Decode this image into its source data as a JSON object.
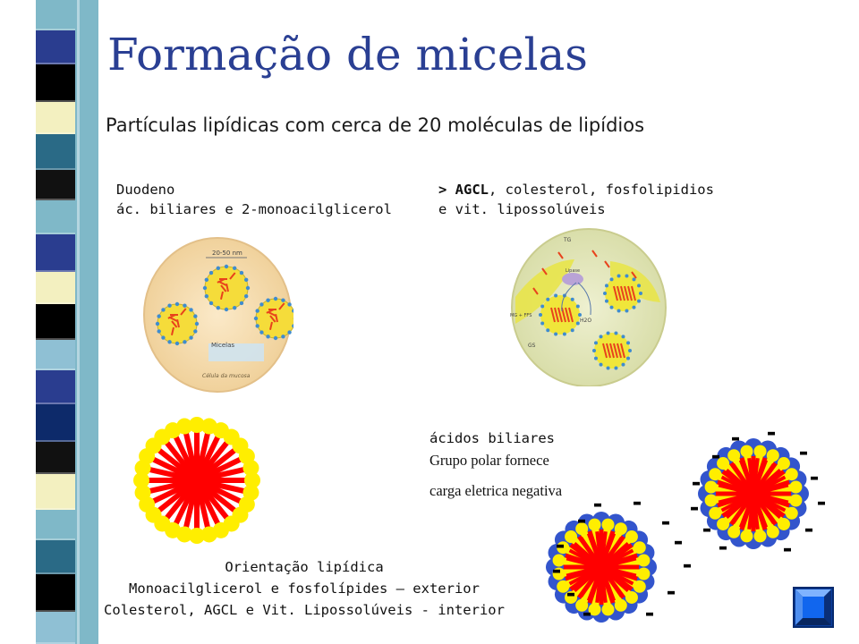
{
  "slide": {
    "title": "Formação de micelas",
    "subtitle": "Partículas lipídicas com cerca de 20 moléculas de lipídios"
  },
  "left_caption": {
    "line1": "Duodeno",
    "line2": "ác. biliares e 2-monoacilglicerol"
  },
  "right_caption": {
    "prefix": "> ",
    "bold": "AGCL",
    "line1_rest": ", colesterol, fosfolipidios",
    "line2": "e vit. lipossolúveis"
  },
  "left_illustration": {
    "scale_label": "20-50 nm",
    "micelle_label": "Micelas",
    "cell_label": "Célula da mucosa"
  },
  "right_illustration": {
    "tg_label": "TG",
    "lipase_label": "Lipase",
    "h2o_label": "H2O",
    "mg_label": "MG + FFS",
    "gs_label": "GS"
  },
  "bile_acids": {
    "title": "ácidos biliares",
    "line1": "Grupo polar fornece",
    "line2": "carga eletrica negativa"
  },
  "orientation": {
    "line1": "Orientação lipídica",
    "line2": "Monoacilglicerol e fosfolípides – exterior",
    "line3": "Colesterol, AGCL e Vit. Lipossolúveis - interior"
  },
  "charge_symbol": "-",
  "colors": {
    "title": "#2a3f93",
    "micelle_core": "#ff0000",
    "polar_head": "#ffee00",
    "bile_head": "#3355cc",
    "nav_button": "#1166ee"
  }
}
